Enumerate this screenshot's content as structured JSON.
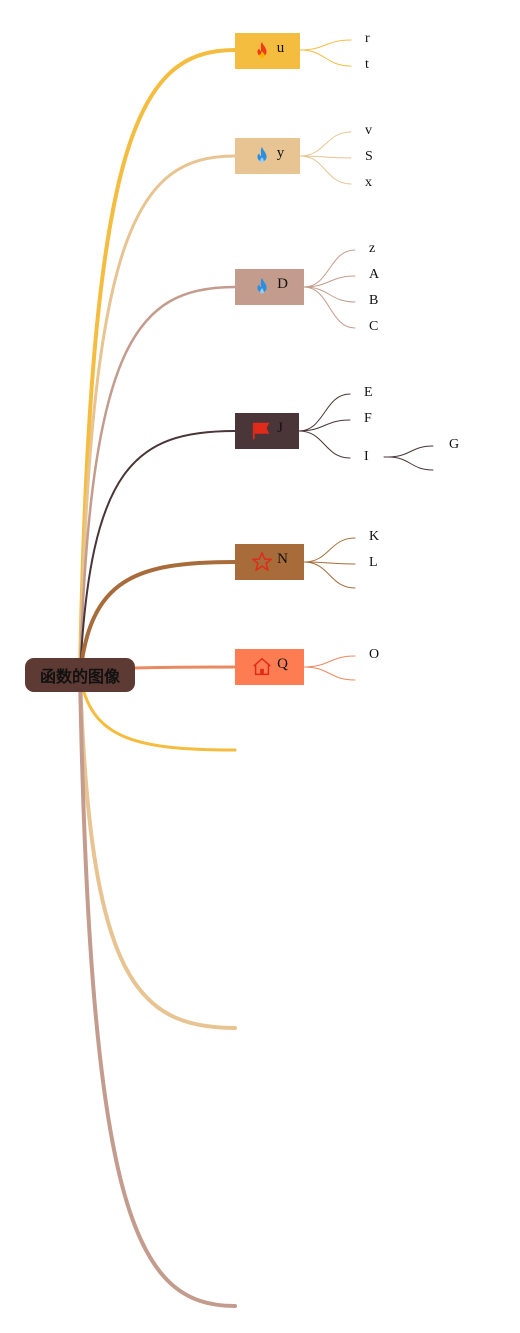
{
  "root": {
    "label": "函数的图像",
    "color": "#5d3a33"
  },
  "topics": [
    {
      "id": "u",
      "label": "u",
      "icon": "fire-icon",
      "color": "#f5bd3f",
      "line": "#f5bd3f",
      "children": [
        {
          "label": "r"
        },
        {
          "label": "t"
        }
      ]
    },
    {
      "id": "y",
      "label": "y",
      "icon": "water-drop-icon",
      "color": "#e7c491",
      "line": "#e7c491",
      "children": [
        {
          "label": "v"
        },
        {
          "label": "S"
        },
        {
          "label": "x"
        }
      ]
    },
    {
      "id": "D",
      "label": "D",
      "icon": "water-drop-icon",
      "color": "#c49c8e",
      "line": "#c49c8e",
      "children": [
        {
          "label": "z"
        },
        {
          "label": "A"
        },
        {
          "label": "B"
        },
        {
          "label": "C"
        }
      ]
    },
    {
      "id": "J",
      "label": "J",
      "icon": "flag-icon",
      "color": "#4a3538",
      "line": "#4a3538",
      "children": [
        {
          "label": "E"
        },
        {
          "label": "F"
        },
        {
          "label": "I",
          "children": [
            {
              "label": "G"
            },
            {
              "label": ""
            }
          ]
        }
      ]
    },
    {
      "id": "N",
      "label": "N",
      "icon": "star-icon",
      "color": "#a86c3b",
      "line": "#a86c3b",
      "children": [
        {
          "label": "K"
        },
        {
          "label": "L"
        },
        {
          "label": ""
        }
      ]
    },
    {
      "id": "Q",
      "label": "Q",
      "icon": "home-icon",
      "color": "#fd7c52",
      "line": "#e98a63",
      "children": [
        {
          "label": "O"
        },
        {
          "label": ""
        }
      ]
    }
  ],
  "extra_branches": [
    {
      "color": "#f5bd3f"
    },
    {
      "color": "#e7c491"
    },
    {
      "color": "#c49c8e"
    }
  ]
}
